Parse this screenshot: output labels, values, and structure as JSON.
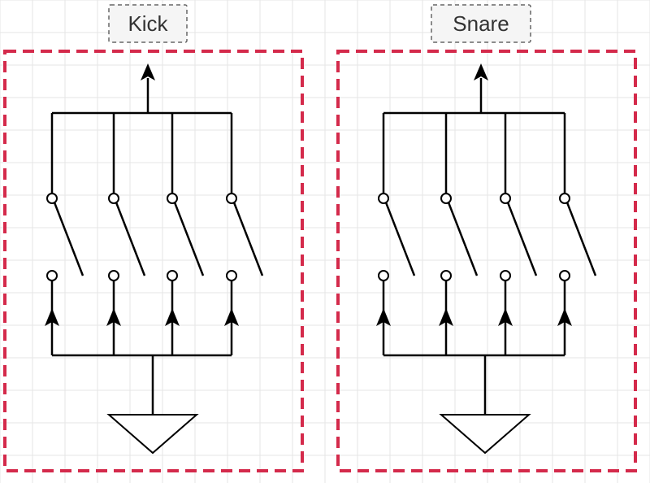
{
  "modules": [
    {
      "label": "Kick",
      "switch_count": 4
    },
    {
      "label": "Snare",
      "switch_count": 4
    }
  ],
  "colors": {
    "frame_border": "#d42a4b",
    "label_fill": "#f5f5f5",
    "label_border": "#666666",
    "wire": "#000000",
    "grid": "#e6e6e6"
  }
}
